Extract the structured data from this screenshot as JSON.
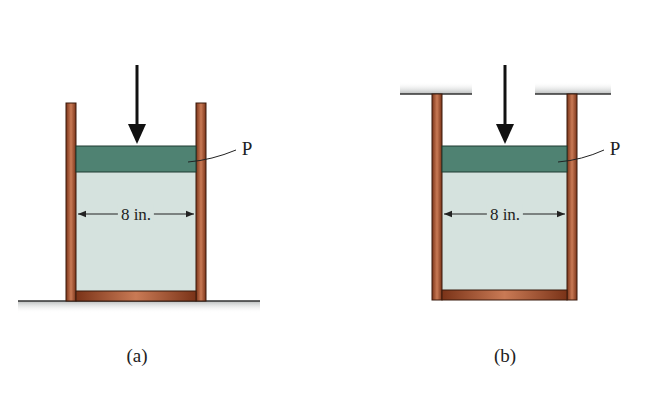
{
  "diagram": {
    "labels": [
      "P",
      "8 in.",
      "(a)",
      "P",
      "8 in.",
      "(b)"
    ]
  }
}
